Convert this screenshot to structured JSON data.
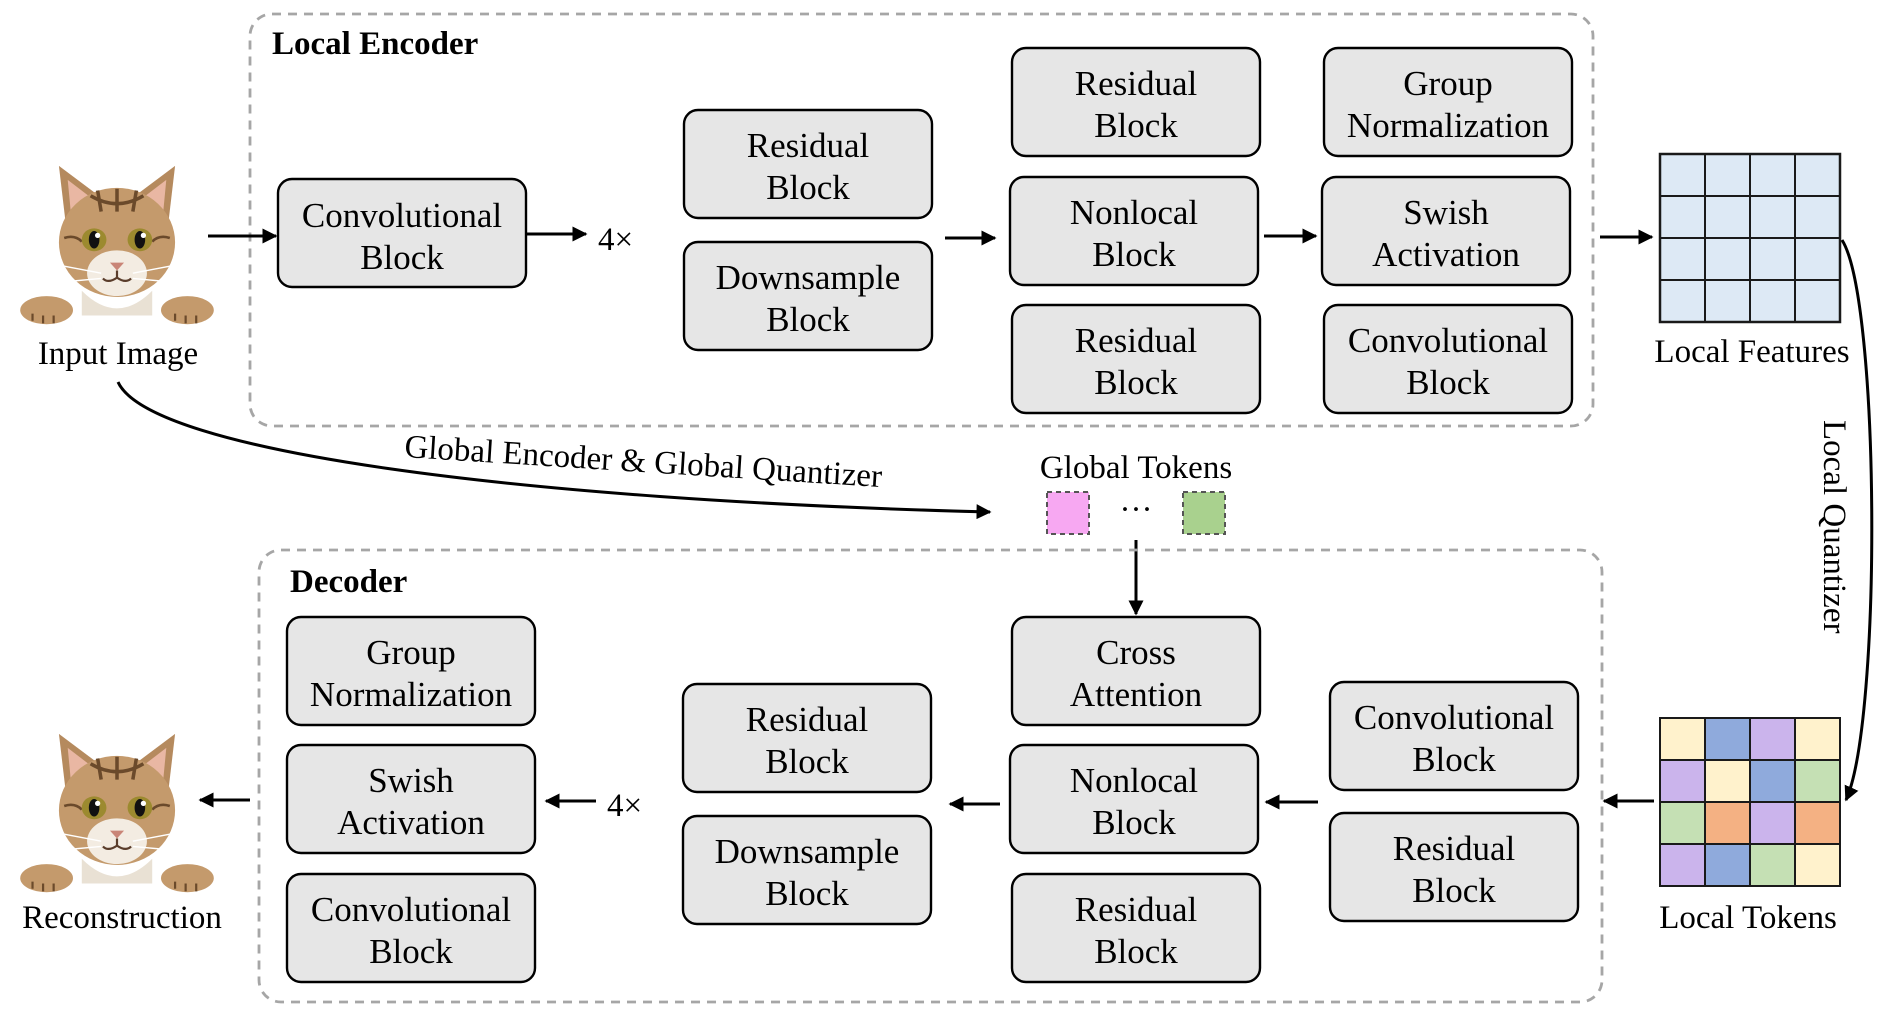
{
  "diagram": {
    "encoder": {
      "title": "Local Encoder",
      "repeat": "4×",
      "blocks": {
        "conv_in": [
          "Convolutional",
          "Block"
        ],
        "residual_a": [
          "Residual",
          "Block"
        ],
        "downsample": [
          "Downsample",
          "Block"
        ],
        "residual_b": [
          "Residual",
          "Block"
        ],
        "nonlocal": [
          "Nonlocal",
          "Block"
        ],
        "residual_c": [
          "Residual",
          "Block"
        ],
        "group_norm": [
          "Group",
          "Normalization"
        ],
        "swish": [
          "Swish",
          "Activation"
        ],
        "conv_out": [
          "Convolutional",
          "Block"
        ]
      }
    },
    "decoder": {
      "title": "Decoder",
      "repeat": "4×",
      "blocks": {
        "conv_in": [
          "Convolutional",
          "Block"
        ],
        "residual_in": [
          "Residual",
          "Block"
        ],
        "cross_attention": [
          "Cross",
          "Attention"
        ],
        "nonlocal": [
          "Nonlocal",
          "Block"
        ],
        "residual_mid": [
          "Residual",
          "Block"
        ],
        "residual_up": [
          "Residual",
          "Block"
        ],
        "downsample": [
          "Downsample",
          "Block"
        ],
        "group_norm": [
          "Group",
          "Normalization"
        ],
        "swish": [
          "Swish",
          "Activation"
        ],
        "conv_out": [
          "Convolutional",
          "Block"
        ]
      }
    },
    "labels": {
      "input_image": "Input Image",
      "reconstruction": "Reconstruction",
      "local_features": "Local Features",
      "local_tokens": "Local Tokens",
      "global_tokens": "Global Tokens",
      "global_path": "Global Encoder & Global Quantizer",
      "local_quantizer": "Local Quantizer",
      "ellipsis": "···"
    },
    "colors": {
      "block_fill": "#e6e6e6",
      "dashed_border": "#a6a6a6",
      "feature_cell": "#dde9f5",
      "global_token_pink": "#f7a8f2",
      "global_token_green": "#a9d18e",
      "token_yellow": "#fff2cc",
      "token_blue": "#8faadc",
      "token_purple": "#cbb4ec",
      "token_green": "#c5e0b4",
      "token_orange": "#f4b183"
    },
    "local_token_grid": [
      [
        "yellow",
        "blue",
        "purple",
        "yellow"
      ],
      [
        "purple",
        "yellow",
        "blue",
        "green"
      ],
      [
        "green",
        "orange",
        "purple",
        "orange"
      ],
      [
        "purple",
        "blue",
        "green",
        "yellow"
      ]
    ],
    "icons": {
      "input": "cat-photo-icon",
      "output": "cat-photo-icon"
    }
  }
}
